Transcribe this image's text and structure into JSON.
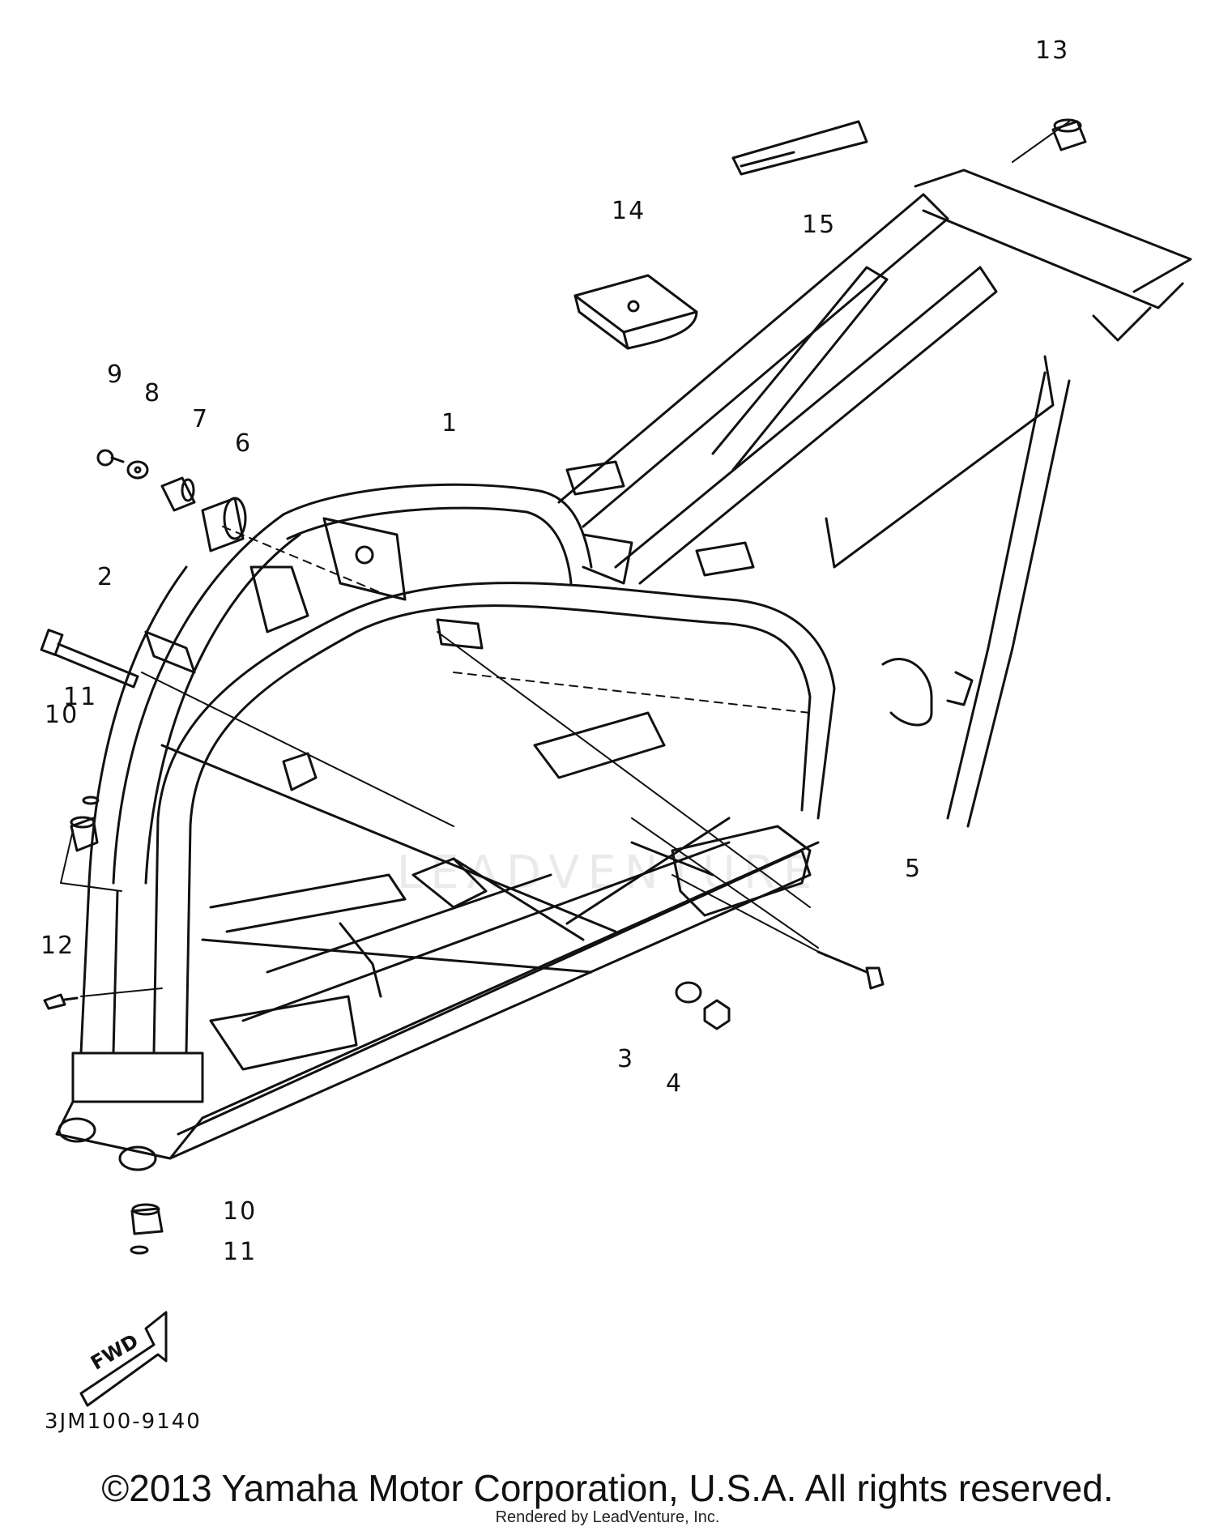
{
  "callouts": [
    {
      "id": "callout-1",
      "text": "1"
    },
    {
      "id": "callout-2",
      "text": "2"
    },
    {
      "id": "callout-3",
      "text": "3"
    },
    {
      "id": "callout-4",
      "text": "4"
    },
    {
      "id": "callout-5",
      "text": "5"
    },
    {
      "id": "callout-6",
      "text": "6"
    },
    {
      "id": "callout-7",
      "text": "7"
    },
    {
      "id": "callout-8",
      "text": "8"
    },
    {
      "id": "callout-9",
      "text": "9"
    },
    {
      "id": "callout-10a",
      "text": "10"
    },
    {
      "id": "callout-10b",
      "text": "10"
    },
    {
      "id": "callout-11a",
      "text": "11"
    },
    {
      "id": "callout-11b",
      "text": "11"
    },
    {
      "id": "callout-12",
      "text": "12"
    },
    {
      "id": "callout-13",
      "text": "13"
    },
    {
      "id": "callout-14",
      "text": "14"
    },
    {
      "id": "callout-15",
      "text": "15"
    }
  ],
  "fwd_arrow_label": "FWD",
  "part_code": "3JM100-9140",
  "watermark": "LEADVENTURE",
  "copyright": "©2013 Yamaha Motor Corporation, U.S.A. All rights reserved.",
  "rendered_by": "Rendered by LeadVenture, Inc.",
  "colors": {
    "line": "#111111",
    "background": "#ffffff"
  }
}
